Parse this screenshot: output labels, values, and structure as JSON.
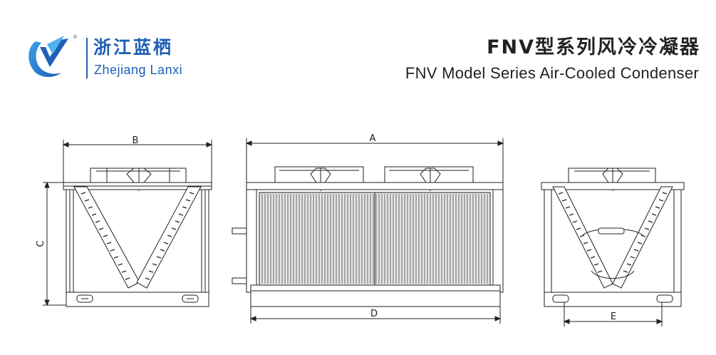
{
  "header": {
    "brand_cn": "浙江蓝栖",
    "brand_en": "Zhejiang Lanxi",
    "registered_mark": "®",
    "title_cn": "FNV型系列风冷冷凝器",
    "title_en": "FNV Model Series  Air-Cooled Condenser"
  },
  "dimensions": {
    "a": "A",
    "b": "B",
    "c": "C",
    "d": "D",
    "e": "E"
  },
  "colors": {
    "brand": "#1f5fb5",
    "logo_accent": "#2b8fd8",
    "line": "#222222"
  }
}
